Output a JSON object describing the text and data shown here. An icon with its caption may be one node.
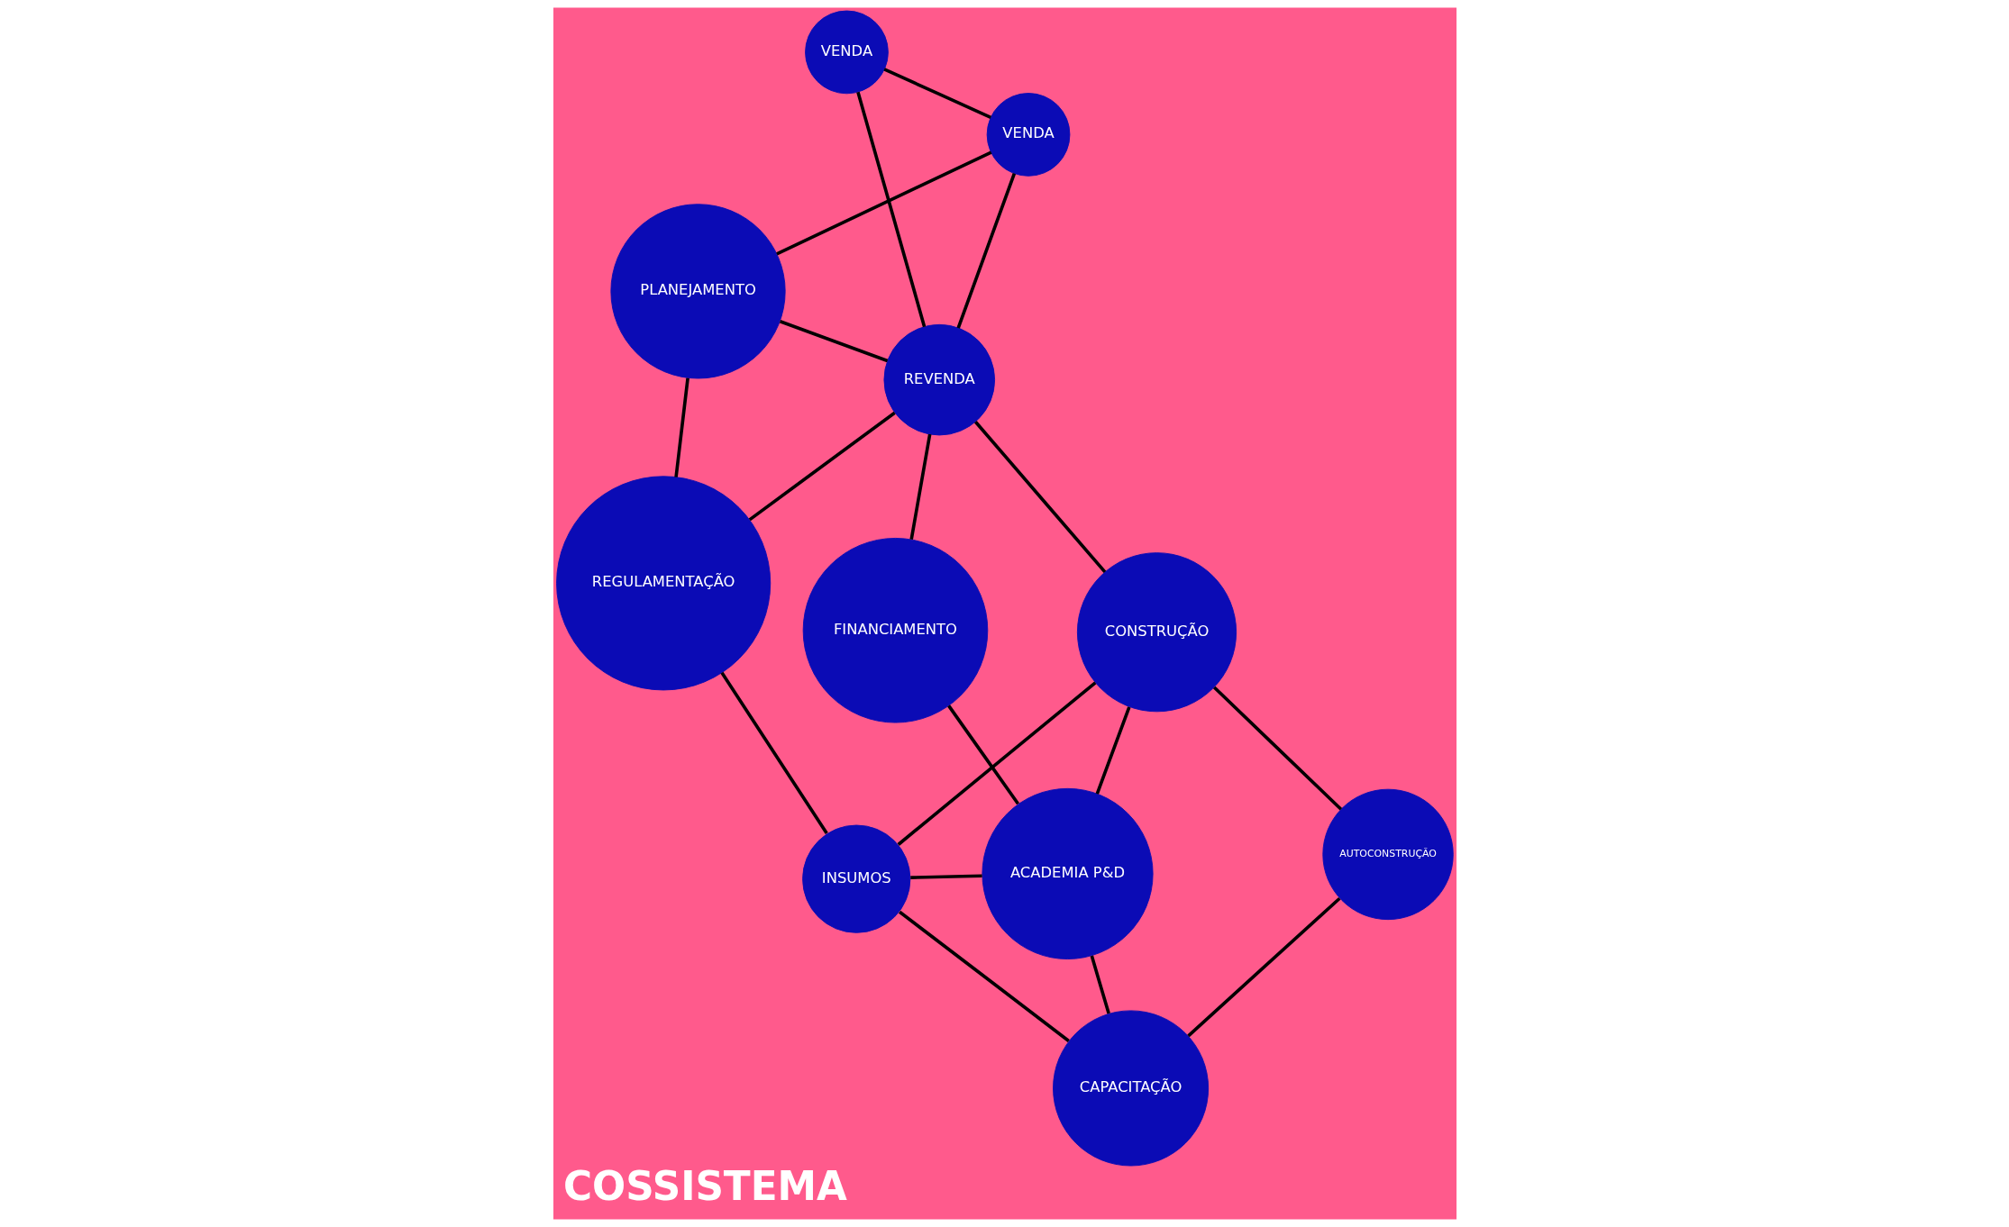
{
  "diagram": {
    "title": "COSSISTEMA",
    "nodes": [
      {
        "text": [
          "PLANEJAMENTO"
        ]
      },
      {
        "text": [
          "VENDA"
        ]
      },
      {
        "text": [
          "REGULAMENTAÇÃO"
        ]
      },
      {
        "text": [
          "VENDA"
        ]
      },
      {
        "text": [
          "REVENDA"
        ]
      },
      {
        "text": [
          "CONSTRUÇÃO"
        ]
      },
      {
        "text": [
          "INSUMOS"
        ]
      },
      {
        "text": [
          "AUTOCONSTRUÇÃO"
        ]
      },
      {
        "text": [
          "FINANCIAMENTO"
        ]
      },
      {
        "text": [
          "CAPACITAÇÃO"
        ]
      },
      {
        "text": [
          "ACADEMIA P&D"
        ]
      }
    ],
    "edges": [
      {
        "from": 1,
        "to": 0,
        "arrow": "none"
      },
      {
        "from": 0,
        "to": 2,
        "arrow": "none"
      },
      {
        "from": 0,
        "to": 4,
        "arrow": "none"
      },
      {
        "from": 1,
        "to": 4,
        "arrow": "none"
      },
      {
        "from": 1,
        "to": 3,
        "arrow": "none"
      },
      {
        "from": 2,
        "to": 4,
        "arrow": "none"
      },
      {
        "from": 2,
        "to": 6,
        "arrow": "none"
      },
      {
        "from": 3,
        "to": 4,
        "arrow": "none"
      },
      {
        "from": 4,
        "to": 5,
        "arrow": "none"
      },
      {
        "from": 5,
        "to": 6,
        "arrow": "none"
      },
      {
        "from": 5,
        "to": 7,
        "arrow": "none"
      },
      {
        "from": 7,
        "to": 9,
        "arrow": "none"
      },
      {
        "from": 4,
        "to": 8,
        "arrow": "none"
      },
      {
        "from": 5,
        "to": 10,
        "arrow": "none"
      },
      {
        "from": 8,
        "to": 10,
        "arrow": "none"
      },
      {
        "from": 9,
        "to": 10,
        "arrow": "none"
      },
      {
        "from": 6,
        "to": 9,
        "arrow": "none"
      },
      {
        "from": 6,
        "to": 10,
        "arrow": "none"
      }
    ]
  }
}
